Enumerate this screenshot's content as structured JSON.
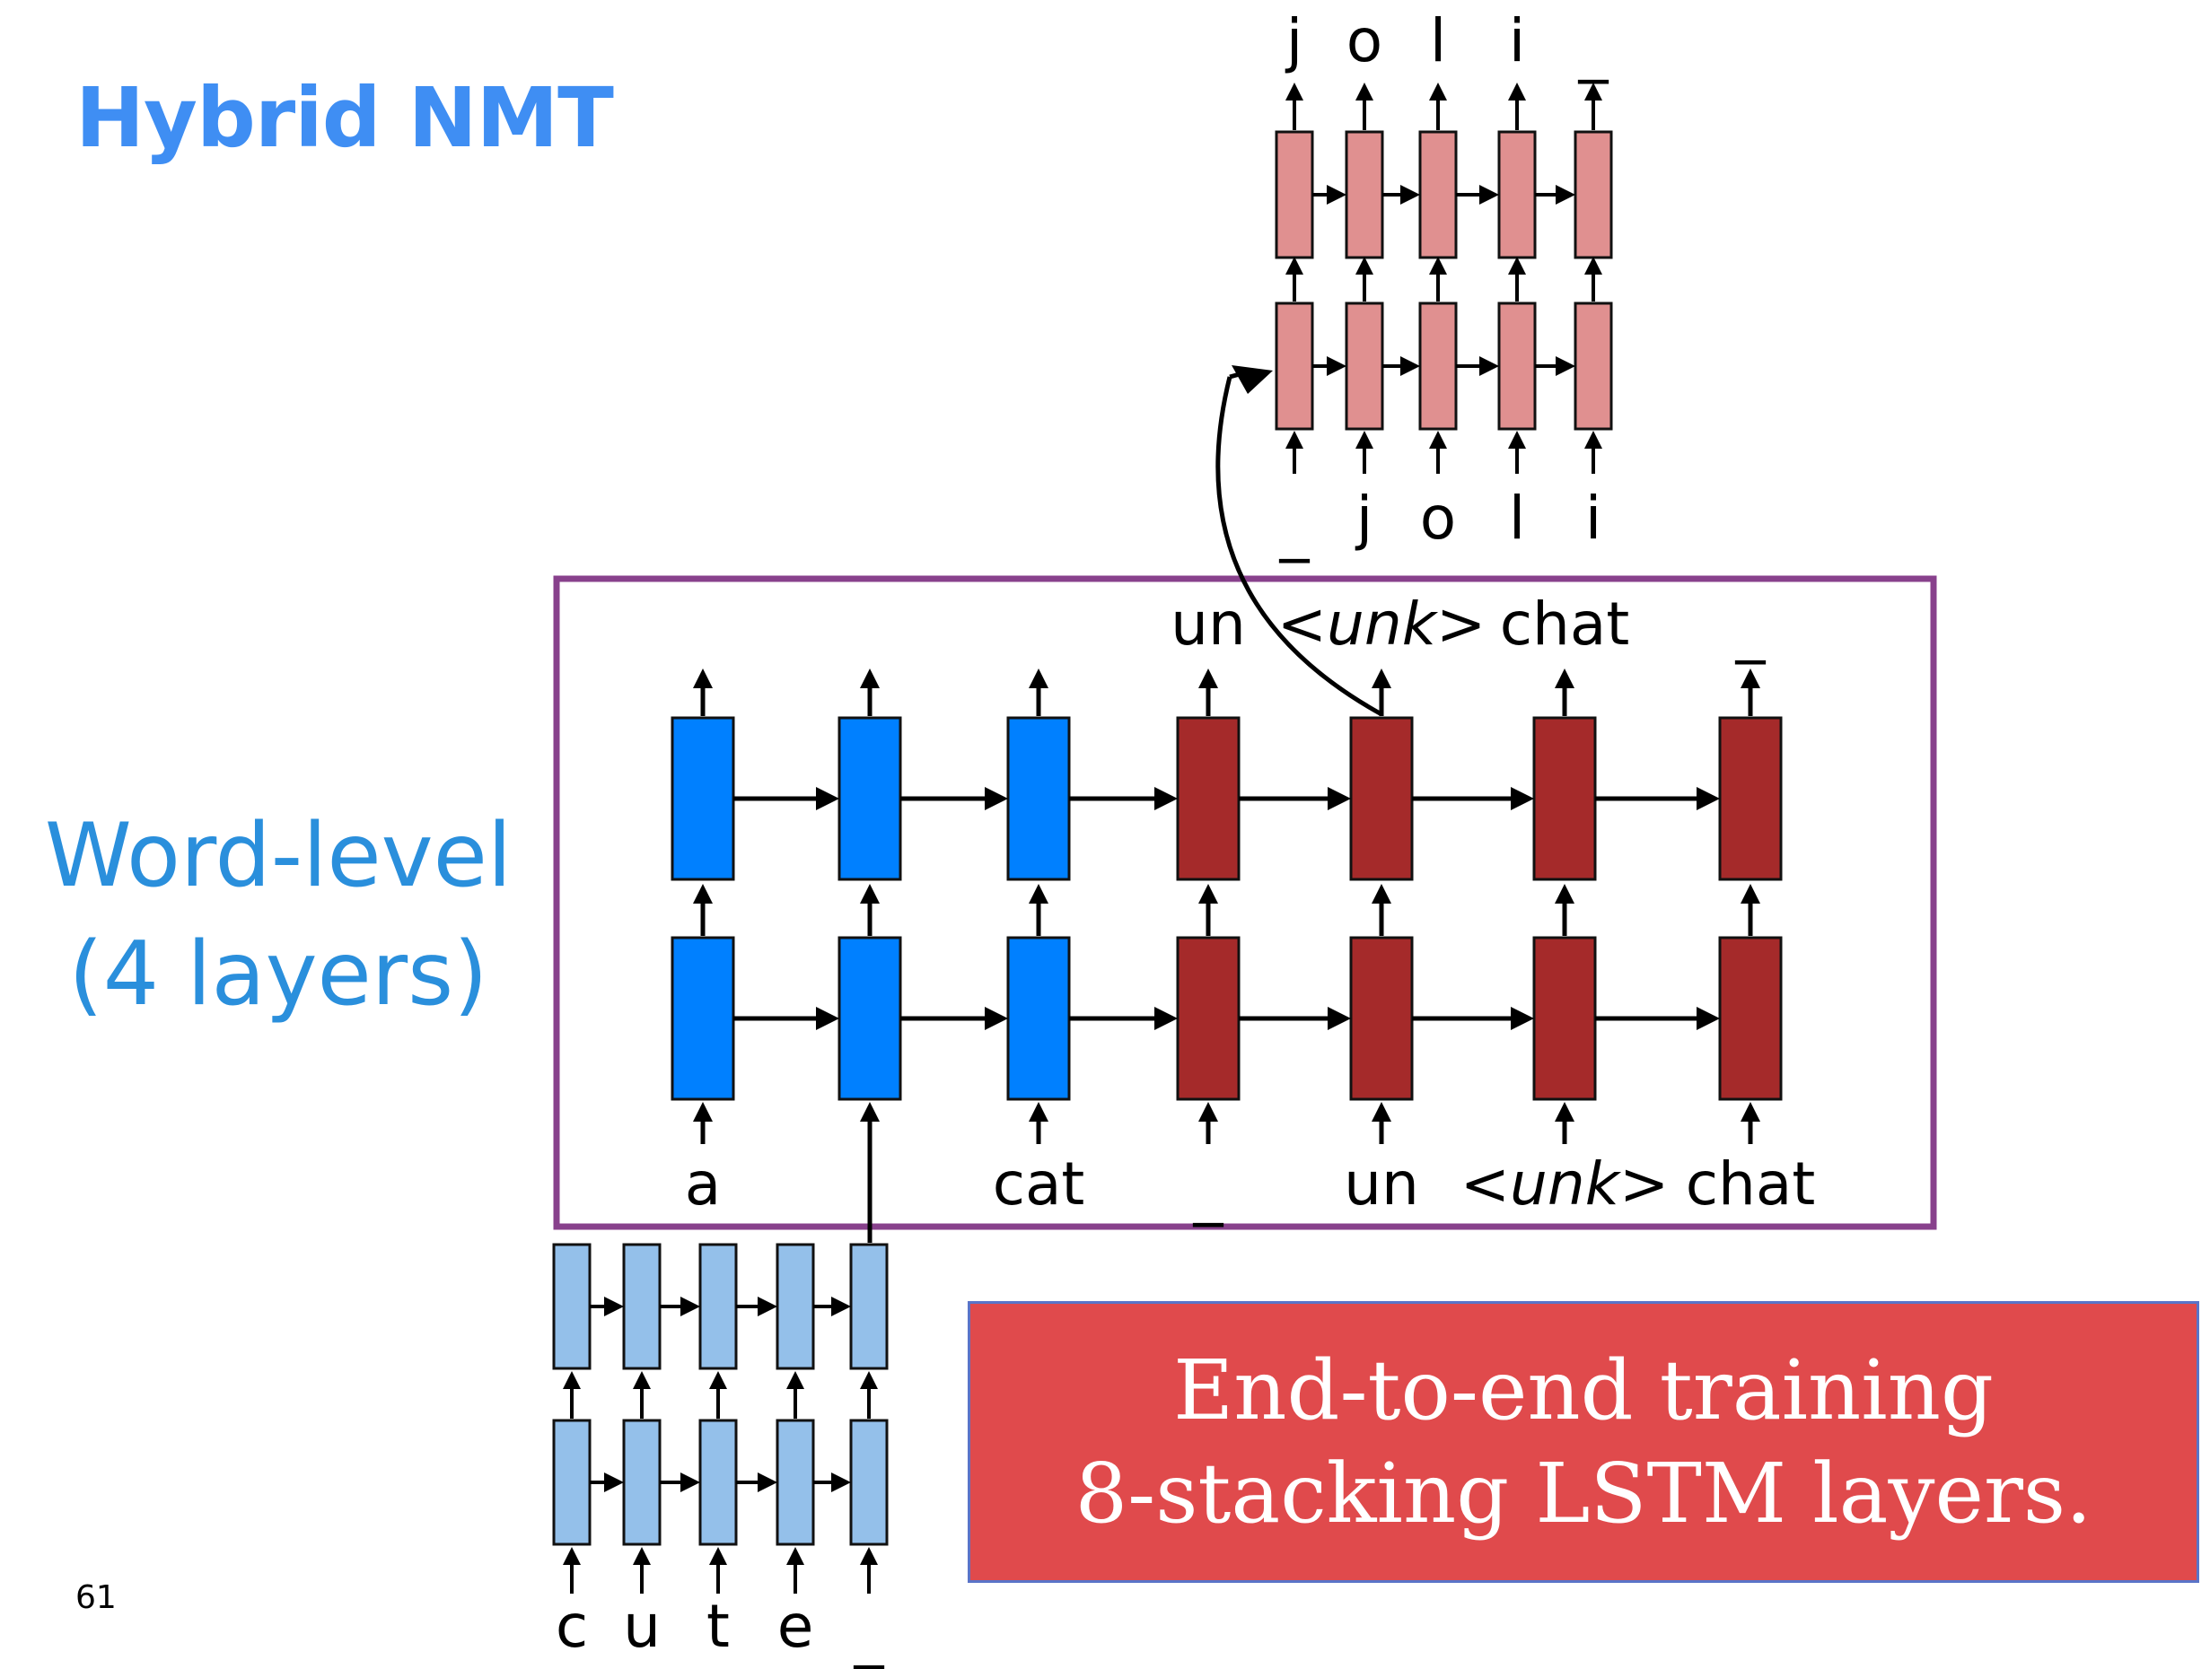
{
  "slide": {
    "title": "Hybrid NMT",
    "side_label_line1": "Word-level",
    "side_label_line2": "(4 layers)",
    "page_number": "61",
    "callout_line1": "End-to-end training",
    "callout_line2": "8-stacking LSTM layers."
  },
  "word_level": {
    "source_tokens": [
      "a",
      "",
      "cat"
    ],
    "target_inputs": [
      "_",
      "un",
      "<unk>",
      "chat"
    ],
    "target_outputs": [
      "un",
      "<unk>",
      "chat",
      "_"
    ]
  },
  "char_encoder": {
    "inputs": [
      "c",
      "u",
      "t",
      "e",
      "_"
    ]
  },
  "char_decoder": {
    "inputs": [
      "_",
      "j",
      "o",
      "l",
      "i"
    ],
    "outputs": [
      "j",
      "o",
      "l",
      "i",
      "_"
    ]
  },
  "colors": {
    "title": "#3f8ef3",
    "side_label": "#2a8fdc",
    "encoder_cell": "#0080ff",
    "decoder_cell": "#a52a2a",
    "char_encoder_cell": "#94c0ea",
    "char_decoder_cell": "#e09090",
    "frame": "#88418c",
    "callout_bg": "#e04a4c"
  }
}
